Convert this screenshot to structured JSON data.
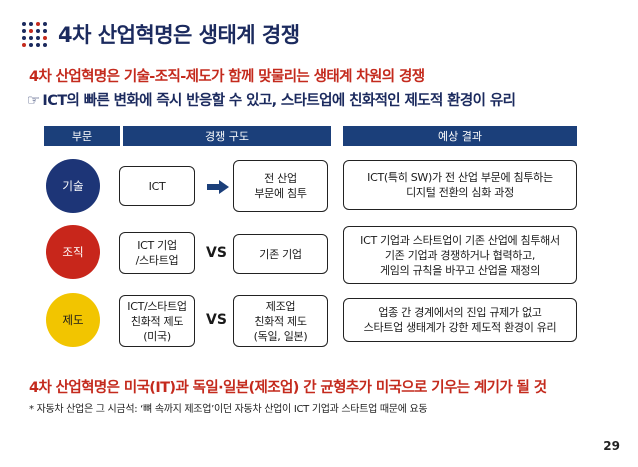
{
  "title": "4차 산업혁명은 생태계 경쟁",
  "subtitle": "4차 산업혁명은 기술-조직-제도가 함께 맞물리는 생태계 차원의 경쟁",
  "bullet": {
    "icon": "pointing-hand-icon",
    "glyph": "☞",
    "text": "ICT의 빠른 변화에 즉시 반응할 수 있고, 스타트업에 친화적인 제도적 환경이 유리"
  },
  "headers": {
    "sector": "부문",
    "structure": "경쟁 구도",
    "outcome": "예상 결과"
  },
  "rows": [
    {
      "sector": "기술",
      "left_lines": [
        "ICT"
      ],
      "connector": "arrow",
      "right_lines": [
        "전 산업",
        "부문에 침투"
      ],
      "outcome_lines": [
        "ICT(특히 SW)가 전 산업 부문에 침투하는",
        "디지털 전환의 심화 과정"
      ]
    },
    {
      "sector": "조직",
      "left_lines": [
        "ICT 기업",
        "/스타트업"
      ],
      "connector": "VS",
      "right_lines": [
        "기존 기업"
      ],
      "outcome_lines": [
        "ICT 기업과 스타트업이 기존 산업에 침투해서",
        "기존 기업과 경쟁하거나 협력하고,",
        "게임의 규칙을 바꾸고 산업을 재정의"
      ]
    },
    {
      "sector": "제도",
      "left_lines": [
        "ICT/스타트업",
        "친화적 제도",
        "(미국)"
      ],
      "connector": "VS",
      "right_lines": [
        "제조업",
        "친화적 제도",
        "(독일, 일본)"
      ],
      "outcome_lines": [
        "업종 간 경계에서의 진입 규제가 없고",
        "스타트업 생태계가 강한 제도적 환경이 유리"
      ]
    }
  ],
  "colors": {
    "tech": "#1d3577",
    "org": "#c8261b",
    "inst": "#f2c500",
    "header": "#1b3f7a",
    "accent_red": "#c42a1d",
    "navy": "#1b2a5e"
  },
  "conclusion": "4차 산업혁명은 미국(IT)과 독일·일본(제조업) 간 균형추가 미국으로 기우는 계기가 될 것",
  "footnote": "* 자동차 산업은 그 시금석: ‘뼈 속까지 제조업’이던 자동차 산업이 ICT 기업과 스타트업 때문에 요동",
  "page_number": "29"
}
